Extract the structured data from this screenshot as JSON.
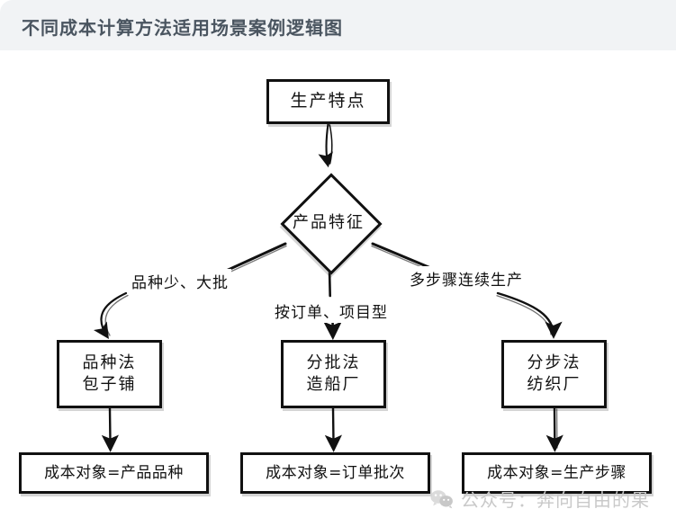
{
  "header": {
    "title": "不同成本计算方法适用场景案例逻辑图",
    "background_color": "#f1f3f5",
    "title_color": "#4a5560"
  },
  "diagram": {
    "type": "flowchart",
    "style": "hand-drawn",
    "stroke_color": "#111111",
    "background_color": "#ffffff",
    "root": {
      "id": "node-top",
      "shape": "rectangle",
      "label": "生产特点"
    },
    "decision": {
      "id": "node-diamond",
      "shape": "diamond",
      "label": "产品特征"
    },
    "branches": [
      {
        "id": "branch-left",
        "edge_label": "品种少、大批",
        "method": {
          "id": "node-m1",
          "shape": "rectangle",
          "line1": "品种法",
          "line2": "包子铺"
        },
        "result": {
          "id": "node-r1",
          "shape": "rectangle",
          "label": "成本对象=产品品种"
        }
      },
      {
        "id": "branch-middle",
        "edge_label": "按订单、项目型",
        "method": {
          "id": "node-m2",
          "shape": "rectangle",
          "line1": "分批法",
          "line2": "造船厂"
        },
        "result": {
          "id": "node-r2",
          "shape": "rectangle",
          "label": "成本对象=订单批次"
        }
      },
      {
        "id": "branch-right",
        "edge_label": "多步骤连续生产",
        "method": {
          "id": "node-m3",
          "shape": "rectangle",
          "line1": "分步法",
          "line2": "纺织厂"
        },
        "result": {
          "id": "node-r3",
          "shape": "rectangle",
          "label": "成本对象=生产步骤"
        }
      }
    ]
  },
  "watermark": {
    "icon": "wechat-icon",
    "text": "公众号：奔向自由的果",
    "color": "#c9c9c9"
  }
}
